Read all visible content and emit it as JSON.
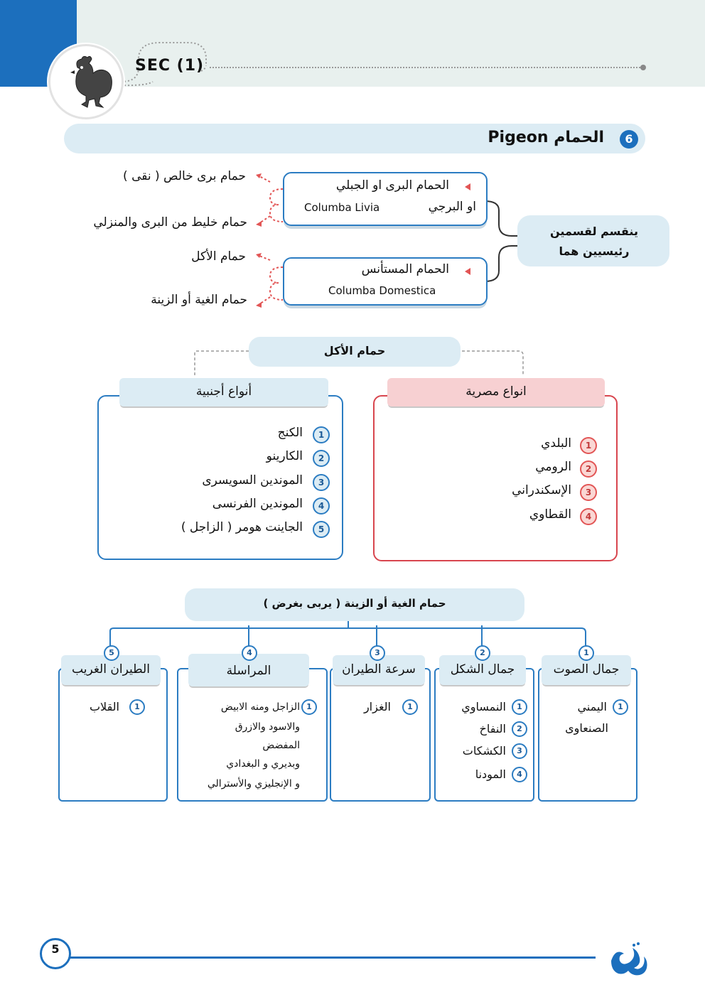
{
  "header": {
    "section_label": "SEC (1)"
  },
  "title": {
    "number": "6",
    "text": "الحمام Pigeon"
  },
  "classification": {
    "divide_text_line1": "ينقسم لقسمين",
    "divide_text_line2": "رئيسيين هما",
    "wild": {
      "arabic": "الحمام البرى او الجبلي",
      "arabic2": "او البرجي",
      "latin": "Columba Livia",
      "outputs": [
        "حمام برى خالص ( نقى )",
        "حمام خليط من البرى والمنزلي"
      ]
    },
    "domestic": {
      "arabic": "الحمام المستأنس",
      "latin": "Columba Domestica",
      "outputs": [
        "حمام الأكل",
        "حمام الغية أو الزينة"
      ]
    }
  },
  "meat": {
    "title": "حمام الأكل",
    "foreign": {
      "header": "أنواع أجنبية",
      "items": [
        {
          "num": "1",
          "text": "الكنج"
        },
        {
          "num": "2",
          "text": "الكارينو"
        },
        {
          "num": "3",
          "text": "الموندين السويسرى"
        },
        {
          "num": "4",
          "text": "الموندين الفرنسى"
        },
        {
          "num": "5",
          "text": "الجاينت هومر ( الزاجل )"
        }
      ]
    },
    "egyptian": {
      "header": "انواع مصرية",
      "items": [
        {
          "num": "1",
          "text": "البلدي"
        },
        {
          "num": "2",
          "text": "الرومي"
        },
        {
          "num": "3",
          "text": "الإسكندراني"
        },
        {
          "num": "4",
          "text": "القطاوي"
        }
      ]
    }
  },
  "hobby": {
    "title": "حمام الغية أو الزينة ( يربى بغرض )",
    "columns": [
      {
        "num": "1",
        "header": "جمال الصوت",
        "items": [
          {
            "num": "1",
            "text": "اليمني"
          },
          {
            "num": "",
            "text": "الصنعاوى"
          }
        ]
      },
      {
        "num": "2",
        "header": "جمال الشكل",
        "items": [
          {
            "num": "1",
            "text": "النمساوي"
          },
          {
            "num": "2",
            "text": "النفاخ"
          },
          {
            "num": "3",
            "text": "الكشكات"
          },
          {
            "num": "4",
            "text": "المودنا"
          }
        ]
      },
      {
        "num": "3",
        "header": "سرعة الطيران",
        "items": [
          {
            "num": "1",
            "text": "الغزار"
          }
        ]
      },
      {
        "num": "4",
        "header": "المراسلة",
        "items": [
          {
            "num": "1",
            "text": "الزاجل ومنه الابيض"
          },
          {
            "num": "",
            "text": "والاسود والازرق"
          },
          {
            "num": "",
            "text": "المفضض"
          },
          {
            "num": "",
            "text": "وبديري و البغدادي"
          },
          {
            "num": "",
            "text": "و الإنجليزي والأسترالي"
          }
        ]
      },
      {
        "num": "5",
        "header": "الطيران الغريب",
        "items": [
          {
            "num": "1",
            "text": "القلاب"
          }
        ]
      }
    ]
  },
  "footer": {
    "page_number": "5"
  }
}
